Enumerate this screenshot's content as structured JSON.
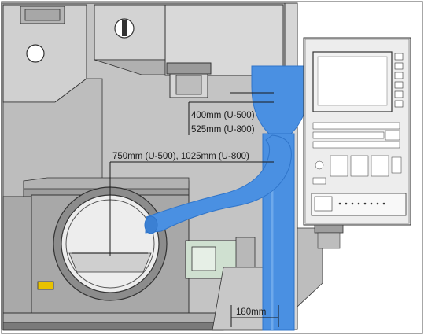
{
  "dimensions": {
    "spindle_to_pipe_top": "400mm (U-500)",
    "spindle_to_pipe_top_alt": "525mm (U-800)",
    "table_center": "750mm (U-500), 1025mm (U-800)",
    "pipe_width": "180mm"
  },
  "colors": {
    "background": "#ffffff",
    "machine_gray": "#bcbcbc",
    "machine_dark": "#8a8a8a",
    "outline": "#333333",
    "duct_blue": "#4a90e2",
    "duct_blue_dark": "#2f74c9",
    "control_panel": "#e6e6e6",
    "screen": "#f2f2f2",
    "label_yellow": "#e8c200"
  },
  "icons": {
    "rotary_table": "rotary-table-icon",
    "duct": "extraction-duct-icon",
    "control_panel": "cnc-control-panel-icon"
  }
}
